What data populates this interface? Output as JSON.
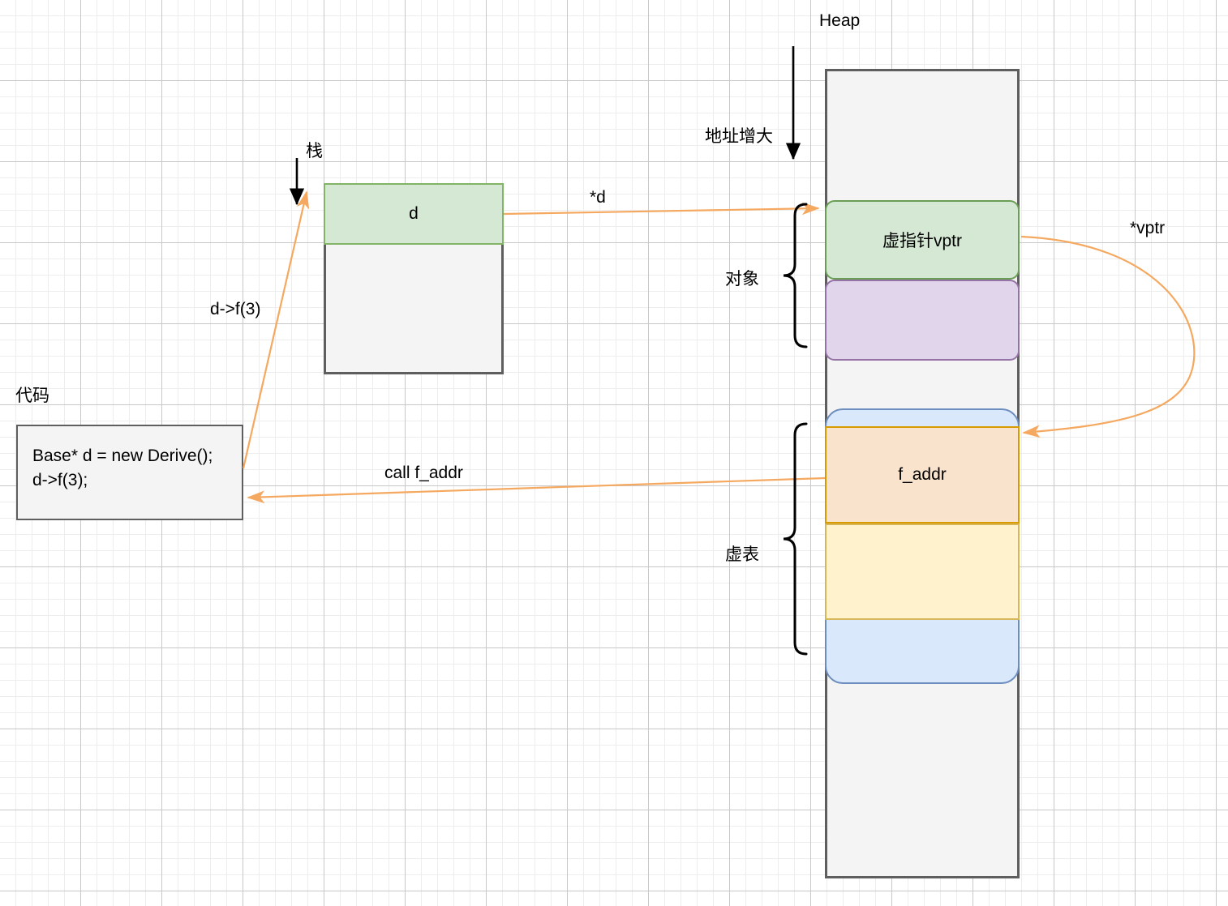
{
  "diagram": {
    "title_labels": {
      "heap": "Heap",
      "address_grow": "地址增大",
      "stack": "栈",
      "code": "代码",
      "object_brace": "对象",
      "vtable_brace": "虚表"
    },
    "stack": {
      "d_slot_label": "d"
    },
    "code_box": {
      "line1": "Base* d = new Derive();",
      "line2": "d->f(3);"
    },
    "heap_blocks": [
      {
        "name": "vptr",
        "label": "虚指针vptr",
        "fill": "#d5e8d4",
        "stroke": "#6a9e55"
      },
      {
        "name": "members",
        "label": "",
        "fill": "#e1d5ec",
        "stroke": "#9673a6"
      },
      {
        "name": "vtable",
        "label": "",
        "fill": "#dae8fc",
        "stroke": "#6c8ebf"
      },
      {
        "name": "f_addr",
        "label": "f_addr",
        "fill": "#fae3cd",
        "stroke": "#d79b00"
      },
      {
        "name": "slot2",
        "label": "",
        "fill": "#fff2cc",
        "stroke": "#d6b656"
      }
    ],
    "arrows": [
      {
        "name": "star-d",
        "label": "*d",
        "from": "stack-d-slot",
        "to": "heap-vptr-block"
      },
      {
        "name": "star-vptr",
        "label": "*vptr",
        "from": "heap-vptr-block",
        "to": "heap-f_addr-block"
      },
      {
        "name": "call-f-addr",
        "label": "call f_addr",
        "from": "heap-f_addr-block",
        "to": "code-box"
      },
      {
        "name": "d-f-3",
        "label": "d->f(3)",
        "from": "code-box",
        "to": "stack-d-slot"
      }
    ],
    "colors": {
      "arrow": "#f5a85f",
      "outline_dark": "#5e5e5e",
      "panel_fill": "#f4f4f4",
      "grid_minor": "#ededed",
      "grid_major": "#c8c8c8",
      "text": "#000000"
    }
  }
}
